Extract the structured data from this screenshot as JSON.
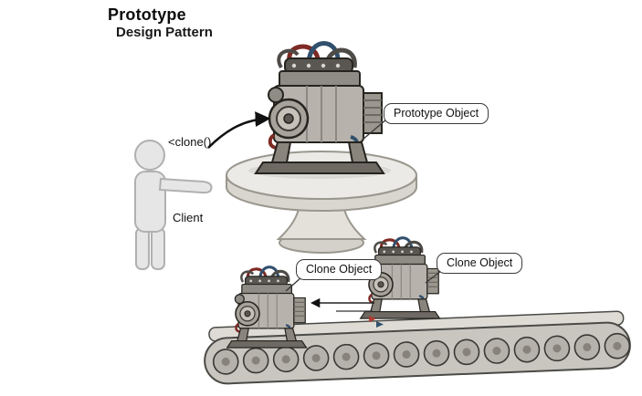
{
  "title": {
    "main": "Prototype",
    "sub": "Design Pattern"
  },
  "client": {
    "label": "Client",
    "call": "<clone()"
  },
  "callouts": {
    "prototype": "Prototype Object",
    "clone1": "Clone Object",
    "clone2": "Clone Object"
  },
  "colors": {
    "background": "#ffffff",
    "text": "#111111",
    "figure_fill": "#e6e6e6",
    "figure_stroke": "#b0b0b0",
    "table_fill": "#eceae6",
    "table_stroke": "#9a978f",
    "belt_fill": "#c9c6c0",
    "belt_stroke": "#4a4a46",
    "engine_body": "#b7b3ac",
    "engine_dark": "#4e4b47",
    "hose_red": "#7e2a24",
    "hose_blue": "#31506e",
    "callout_border": "#3a3a3a",
    "arrow": "#111111"
  }
}
